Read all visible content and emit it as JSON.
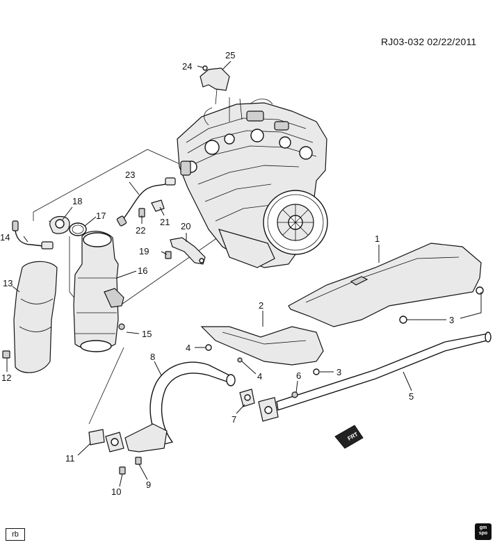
{
  "header": {
    "code": "RJ03-032  02/22/2011"
  },
  "footer": {
    "rb_label": "rb",
    "logo_top": "gm",
    "logo_bottom": "spo"
  },
  "fwd_label": "FRT",
  "callouts": [
    {
      "id": "c1",
      "label": "1"
    },
    {
      "id": "c2",
      "label": "2"
    },
    {
      "id": "c3a",
      "label": "3"
    },
    {
      "id": "c3b",
      "label": "3"
    },
    {
      "id": "c4a",
      "label": "4"
    },
    {
      "id": "c4b",
      "label": "4"
    },
    {
      "id": "c5",
      "label": "5"
    },
    {
      "id": "c6",
      "label": "6"
    },
    {
      "id": "c7",
      "label": "7"
    },
    {
      "id": "c8",
      "label": "8"
    },
    {
      "id": "c9",
      "label": "9"
    },
    {
      "id": "c10",
      "label": "10"
    },
    {
      "id": "c11",
      "label": "11"
    },
    {
      "id": "c12",
      "label": "12"
    },
    {
      "id": "c13",
      "label": "13"
    },
    {
      "id": "c14",
      "label": "14"
    },
    {
      "id": "c15",
      "label": "15"
    },
    {
      "id": "c16",
      "label": "16"
    },
    {
      "id": "c17",
      "label": "17"
    },
    {
      "id": "c18",
      "label": "18"
    },
    {
      "id": "c19",
      "label": "19"
    },
    {
      "id": "c20",
      "label": "20"
    },
    {
      "id": "c21",
      "label": "21"
    },
    {
      "id": "c22",
      "label": "22"
    },
    {
      "id": "c23",
      "label": "23"
    },
    {
      "id": "c24",
      "label": "24"
    },
    {
      "id": "c25",
      "label": "25"
    }
  ]
}
